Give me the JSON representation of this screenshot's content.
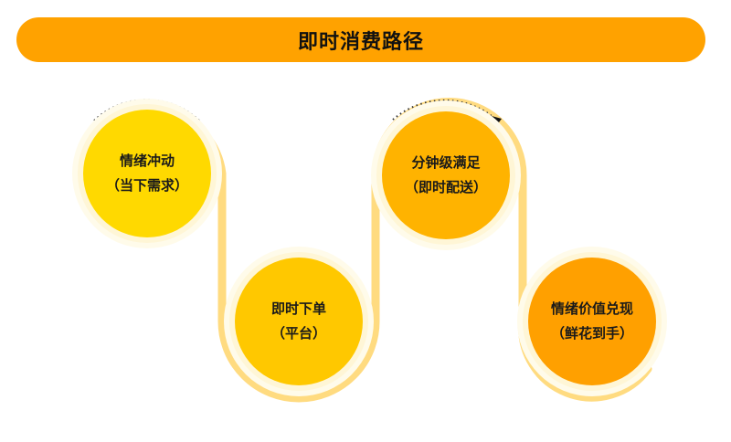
{
  "title": "即时消费路径",
  "steps": [
    {
      "line1": "情绪冲动",
      "line2": "（当下需求）",
      "color": "#FFD900"
    },
    {
      "line1": "即时下单",
      "line2": "（平台）",
      "color": "#FFC800"
    },
    {
      "line1": "分钟级满足",
      "line2": "（即时配送）",
      "color": "#FFB300"
    },
    {
      "line1": "情绪价值兑现",
      "line2": "（鲜花到手）",
      "color": "#FFA000"
    }
  ],
  "colors": {
    "title_bar": "#FFA200",
    "path": "#FFDB80"
  }
}
